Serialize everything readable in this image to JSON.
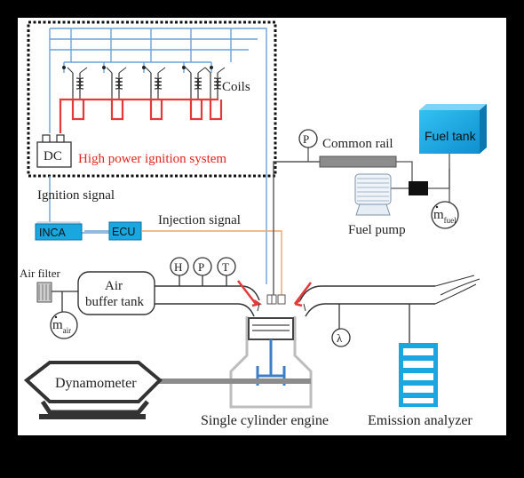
{
  "labels": {
    "coils": "Coils",
    "dc": "DC",
    "ignition_system": "High power ignition system",
    "ignition_signal": "Ignition signal",
    "inca": "INCA",
    "ecu": "ECU",
    "injection_signal": "Injection signal",
    "common_rail": "Common rail",
    "pressure_symbol": "P",
    "fuel_tank": "Fuel tank",
    "fuel_pump": "Fuel pump",
    "m_fuel_main": "m",
    "m_fuel_sub": "fuel",
    "air_filter": "Air filter",
    "air_buffer_line1": "Air",
    "air_buffer_line2": "buffer tank",
    "m_air_main": "m",
    "m_air_sub": "air",
    "sensor_h": "H",
    "sensor_p": "P",
    "sensor_t": "T",
    "lambda": "λ",
    "dynamometer": "Dynamometer",
    "engine": "Single cylinder engine",
    "emission_analyzer": "Emission analyzer"
  },
  "colors": {
    "frame_bg": "#ffffff",
    "signal_blue": "#6fa3d6",
    "coil_red": "#e23a3a",
    "ignition_text_red": "#e0261f",
    "injection_orange": "#f0a46a",
    "cyan_fill": "#1aa7e0",
    "rail_gray": "#8c8c8c",
    "engine_gray": "#bdbdbd",
    "piston_blue": "#3d7ec6"
  }
}
